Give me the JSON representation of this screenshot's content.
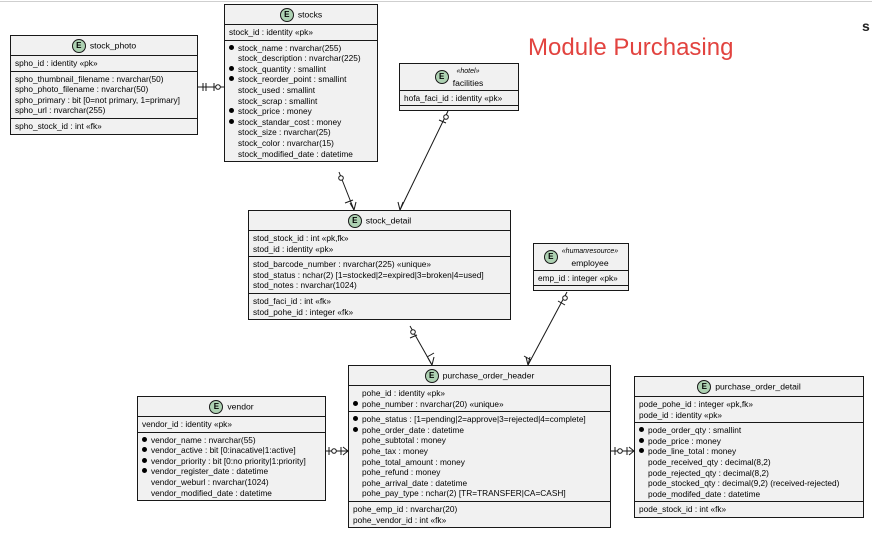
{
  "title": "Module Purchasing",
  "corner_fragment": "s",
  "colors": {
    "entity_fill": "#f1f1f1",
    "badge_fill": "#add1b2",
    "title": "#e2433f",
    "line": "#181818"
  },
  "entities": {
    "stock_photo": {
      "badge": "E",
      "name": "stock_photo",
      "pk": [
        "spho_id : identity «pk»"
      ],
      "attrs": [
        "spho_thumbnail_filename : nvarchar(50)",
        "spho_photo_filename : nvarchar(50)",
        "spho_primary : bit [0=not primary, 1=primary]",
        "spho_url : nvarchar(255)"
      ],
      "fk": [
        "spho_stock_id : int «fk»"
      ]
    },
    "stocks": {
      "badge": "E",
      "name": "stocks",
      "pk": [
        "stock_id : identity «pk»"
      ],
      "attrs": [
        "stock_name : nvarchar(255)",
        "stock_description : nvarchar(225)",
        "stock_quantity : smallint",
        "stock_reorder_point : smallint",
        "stock_used : smallint",
        "stock_scrap : smallint",
        "stock_price : money",
        "stock_standar_cost : money",
        "stock_size : nvarchar(25)",
        "stock_color : nvarchar(15)",
        "stock_modified_date : datetime"
      ]
    },
    "facilities": {
      "badge": "E",
      "stereotype": "«hotel»",
      "name": "facilities",
      "pk": [
        "hofa_faci_id : identity «pk»"
      ]
    },
    "stock_detail": {
      "badge": "E",
      "name": "stock_detail",
      "pk": [
        "stod_stock_id : int «pk,fk»",
        "stod_id : identity «pk»"
      ],
      "attrs": [
        "stod_barcode_number : nvarchar(225) «unique»",
        "stod_status : nchar(2) [1=stocked|2=expired|3=broken|4=used]",
        "stod_notes : nvarchar(1024)"
      ],
      "fk": [
        "stod_faci_id : int «fk»",
        "stod_pohe_id : integer «fk»"
      ]
    },
    "employee": {
      "badge": "E",
      "stereotype": "«humanresource»",
      "name": "employee",
      "pk": [
        "emp_id : integer «pk»"
      ]
    },
    "purchase_order_header": {
      "badge": "E",
      "name": "purchase_order_header",
      "pk": [
        "pohe_id : identity «pk»",
        "pohe_number : nvarchar(20) «unique»"
      ],
      "attrs": [
        "pohe_status : [1=pending|2=approve|3=rejected|4=complete]",
        "pohe_order_date : datetime",
        "pohe_subtotal : money",
        "pohe_tax : money",
        "pohe_total_amount : money",
        "pohe_refund : money",
        "pohe_arrival_date : datetime",
        "pohe_pay_type : nchar(2) [TR=TRANSFER|CA=CASH]"
      ],
      "fk": [
        "pohe_emp_id : nvarchar(20)",
        "pohe_vendor_id : int «fk»"
      ]
    },
    "vendor": {
      "badge": "E",
      "name": "vendor",
      "pk": [
        "vendor_id : identity «pk»"
      ],
      "attrs": [
        "vendor_name : nvarchar(55)",
        "vendor_active : bit [0:inacative|1:active]",
        "vendor_priority : bit [0:no priority|1:priority]",
        "vendor_register_date : datetime",
        "vendor_weburl : nvarchar(1024)",
        "vendor_modified_date : datetime"
      ]
    },
    "purchase_order_detail": {
      "badge": "E",
      "name": "purchase_order_detail",
      "pk": [
        "pode_pohe_id : integer «pk,fk»",
        "pode_id : identity «pk»"
      ],
      "attrs": [
        "pode_order_qty : smallint",
        "pode_price : money",
        "pode_line_total : money",
        "pode_received_qty : decimal(8,2)",
        "pode_rejected_qty : decimal(8,2)",
        "pode_stocked_qty : decimal(9,2) (received-rejected)",
        "pode_modifed_date : datetime"
      ],
      "fk": [
        "pode_stock_id : int «fk»"
      ]
    }
  }
}
